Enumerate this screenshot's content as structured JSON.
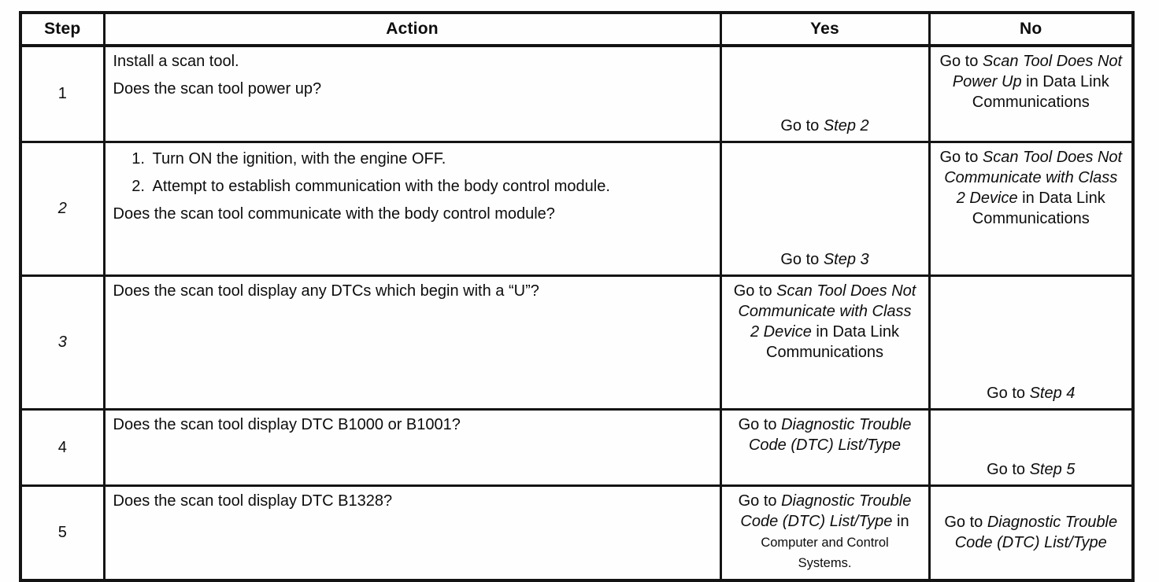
{
  "table": {
    "headers": [
      "Step",
      "Action",
      "Yes",
      "No"
    ],
    "rows": [
      {
        "step": "1",
        "step_italic": false,
        "action": [
          {
            "type": "p",
            "text": "Install a scan tool."
          },
          {
            "type": "p",
            "text": "Does the scan tool power up?"
          }
        ],
        "yes": {
          "align": "bottom",
          "segments": [
            {
              "t": "Go to "
            },
            {
              "t": "Step 2",
              "i": true
            }
          ]
        },
        "no": {
          "align": "top",
          "segments": [
            {
              "t": "Go to "
            },
            {
              "t": "Scan Tool Does Not Power Up",
              "i": true
            },
            {
              "t": " in Data Link Communications"
            }
          ]
        }
      },
      {
        "step": "2",
        "step_italic": true,
        "action": [
          {
            "type": "list",
            "items": [
              "Turn ON the ignition, with the engine OFF.",
              "Attempt to establish communication with the body control module."
            ]
          },
          {
            "type": "p",
            "text": "Does the scan tool communicate with the body control module?"
          }
        ],
        "yes": {
          "align": "bottom",
          "segments": [
            {
              "t": "Go to "
            },
            {
              "t": "Step 3",
              "i": true
            }
          ]
        },
        "no": {
          "align": "top",
          "segments": [
            {
              "t": "Go to "
            },
            {
              "t": "Scan Tool Does Not Communicate with Class 2 Device",
              "i": true
            },
            {
              "t": " in Data Link Communications"
            }
          ]
        }
      },
      {
        "step": "3",
        "step_italic": true,
        "action": [
          {
            "type": "p",
            "text": "Does the scan tool display any DTCs which begin with a “U”?"
          }
        ],
        "yes": {
          "align": "top",
          "segments": [
            {
              "t": "Go to "
            },
            {
              "t": "Scan Tool Does Not Communicate with Class 2 Device",
              "i": true
            },
            {
              "t": " in Data Link Communications"
            }
          ]
        },
        "no": {
          "align": "bottom",
          "segments": [
            {
              "t": "Go to "
            },
            {
              "t": "Step 4",
              "i": true
            }
          ]
        }
      },
      {
        "step": "4",
        "step_italic": false,
        "action": [
          {
            "type": "p",
            "text": "Does the scan tool display DTC B1000 or B1001?"
          }
        ],
        "yes": {
          "align": "top",
          "segments": [
            {
              "t": "Go to "
            },
            {
              "t": "Diagnostic Trouble Code (DTC) List/Type",
              "i": true
            }
          ]
        },
        "no": {
          "align": "bottom",
          "segments": [
            {
              "t": "Go to "
            },
            {
              "t": "Step 5",
              "i": true
            }
          ]
        }
      },
      {
        "step": "5",
        "step_italic": false,
        "action": [
          {
            "type": "p",
            "text": "Does the scan tool display DTC B1328?"
          }
        ],
        "yes": {
          "align": "top",
          "segments": [
            {
              "t": "Go to "
            },
            {
              "t": "Diagnostic Trouble Code (DTC) List/Type",
              "i": true
            },
            {
              "t": " in "
            },
            {
              "t": "Computer and Control Systems.",
              "sm": true
            }
          ]
        },
        "no": {
          "align": "center",
          "segments": [
            {
              "t": "Go to "
            },
            {
              "t": "Diagnostic Trouble Code (DTC) List/Type",
              "i": true
            }
          ]
        }
      }
    ]
  }
}
